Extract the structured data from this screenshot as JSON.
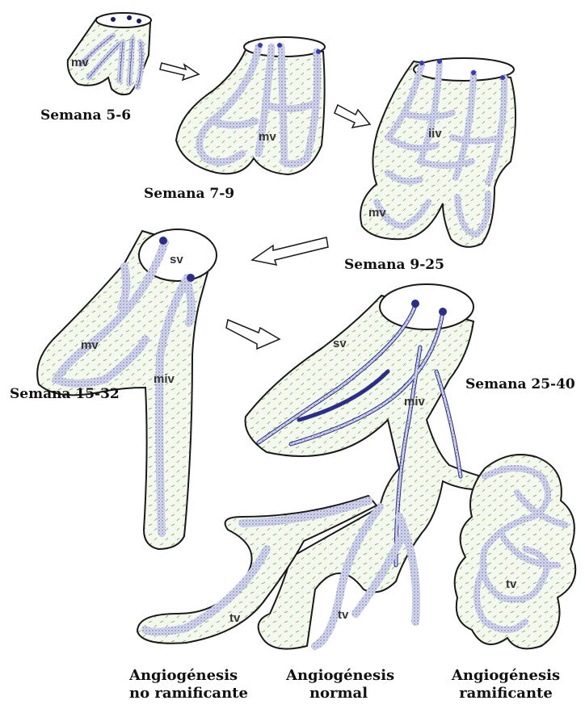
{
  "stages": [
    {
      "id": "s1",
      "label": "Semana 5-6"
    },
    {
      "id": "s2",
      "label": "Semana 7-9"
    },
    {
      "id": "s3",
      "label": "Semana 9-25"
    },
    {
      "id": "s4",
      "label": "Semana 15-32"
    },
    {
      "id": "s5",
      "label": "Semana 25-40"
    }
  ],
  "vessel_labels": {
    "mv": "mv",
    "iiv": "iiv",
    "sv": "sv",
    "miv": "miv",
    "tv": "tv"
  },
  "captions": [
    {
      "id": "no-ramificante",
      "line1": "Angiogénesis",
      "line2": "no ramificante"
    },
    {
      "id": "normal",
      "line1": "Angiogénesis",
      "line2": "normal"
    },
    {
      "id": "ramificante",
      "line1": "Angiogénesis",
      "line2": "ramificante"
    }
  ],
  "colors": {
    "outline": "#1a1a1a",
    "stroma": "#f2f6ea",
    "vessel": "#c9cde6",
    "vessel_edge": "#2b2d8a",
    "stroma_dash": "#6bb04a"
  }
}
